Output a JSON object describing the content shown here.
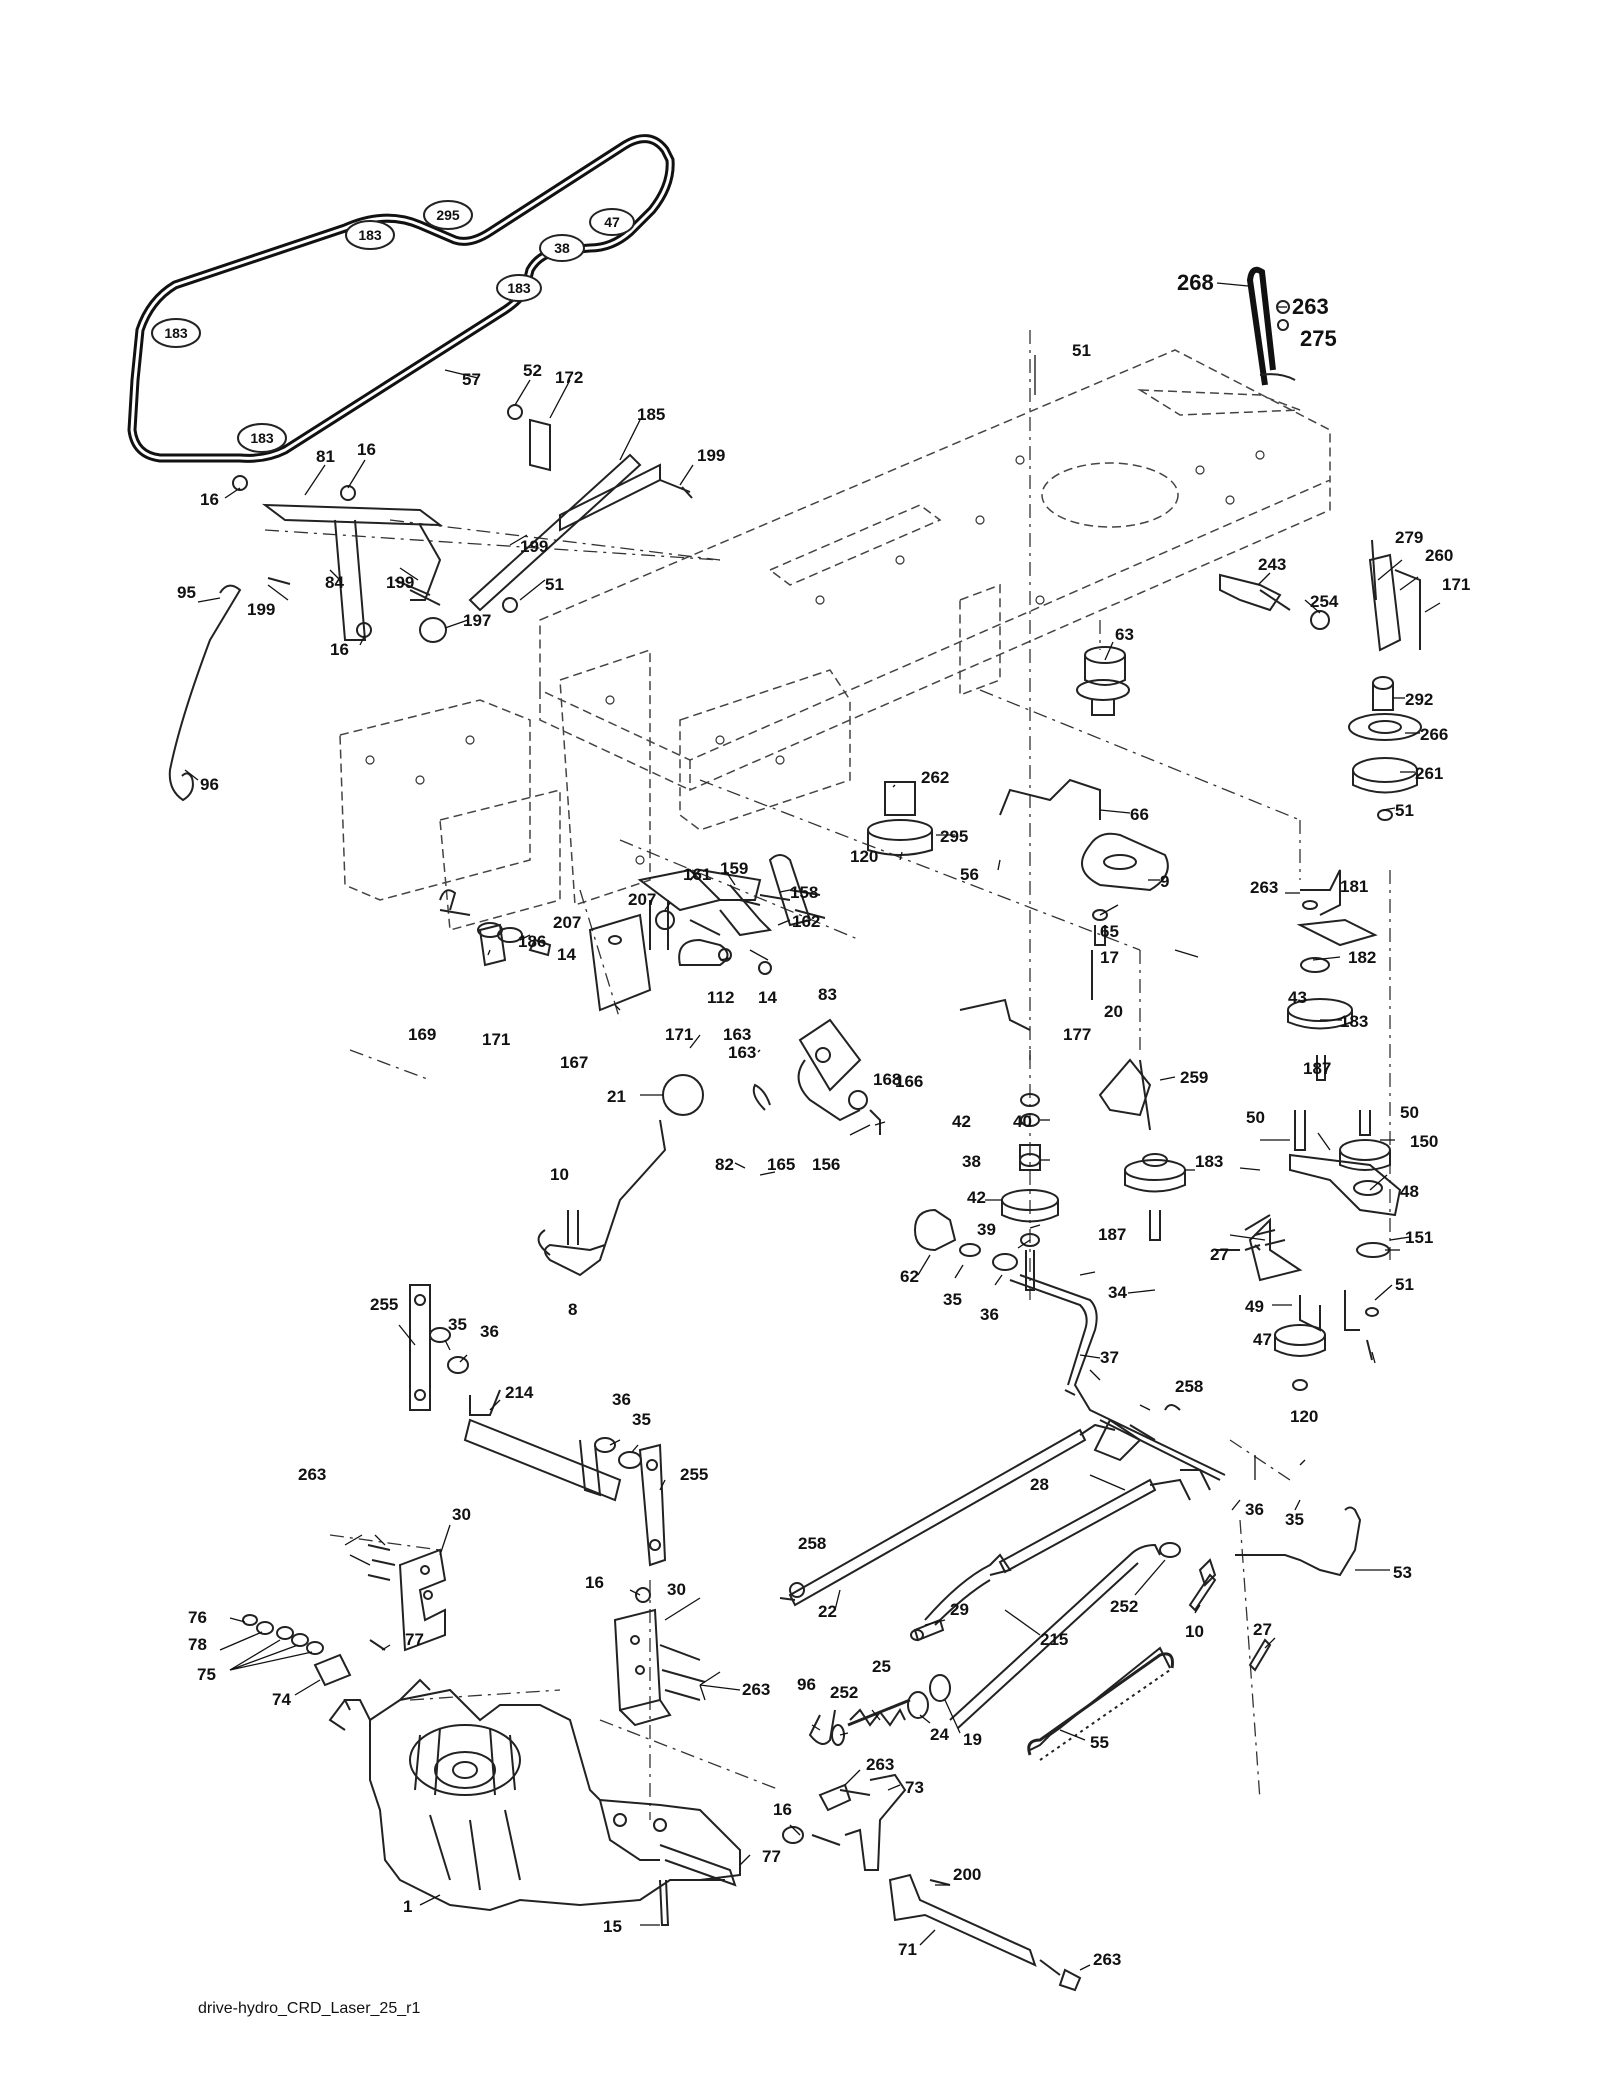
{
  "caption": "drive-hydro_CRD_Laser_25_r1",
  "belt_tags": [
    "295",
    "47",
    "183",
    "38",
    "183",
    "183",
    "183"
  ],
  "callouts": [
    {
      "id": "c268",
      "text": "268"
    },
    {
      "id": "c263a",
      "text": "263"
    },
    {
      "id": "c275",
      "text": "275"
    },
    {
      "id": "c51a",
      "text": "51"
    },
    {
      "id": "c57",
      "text": "57"
    },
    {
      "id": "c52",
      "text": "52"
    },
    {
      "id": "c172",
      "text": "172"
    },
    {
      "id": "c185",
      "text": "185"
    },
    {
      "id": "c199a",
      "text": "199"
    },
    {
      "id": "c16a",
      "text": "16"
    },
    {
      "id": "c81",
      "text": "81"
    },
    {
      "id": "c16b",
      "text": "16"
    },
    {
      "id": "c199b",
      "text": "199"
    },
    {
      "id": "c51b",
      "text": "51"
    },
    {
      "id": "c95",
      "text": "95"
    },
    {
      "id": "c84",
      "text": "84"
    },
    {
      "id": "c199c",
      "text": "199"
    },
    {
      "id": "c199d",
      "text": "199"
    },
    {
      "id": "c197",
      "text": "197"
    },
    {
      "id": "c16c",
      "text": "16"
    },
    {
      "id": "c96a",
      "text": "96"
    },
    {
      "id": "c279",
      "text": "279"
    },
    {
      "id": "c260",
      "text": "260"
    },
    {
      "id": "c171a",
      "text": "171"
    },
    {
      "id": "c243",
      "text": "243"
    },
    {
      "id": "c254",
      "text": "254"
    },
    {
      "id": "c63",
      "text": "63"
    },
    {
      "id": "c292",
      "text": "292"
    },
    {
      "id": "c266",
      "text": "266"
    },
    {
      "id": "c261",
      "text": "261"
    },
    {
      "id": "c51c",
      "text": "51"
    },
    {
      "id": "c262",
      "text": "262"
    },
    {
      "id": "c66",
      "text": "66"
    },
    {
      "id": "c120a",
      "text": "120"
    },
    {
      "id": "c295",
      "text": "295"
    },
    {
      "id": "c56",
      "text": "56"
    },
    {
      "id": "c9",
      "text": "9"
    },
    {
      "id": "c263b",
      "text": "263"
    },
    {
      "id": "c181",
      "text": "181"
    },
    {
      "id": "c161",
      "text": "161"
    },
    {
      "id": "c159",
      "text": "159"
    },
    {
      "id": "c158",
      "text": "158"
    },
    {
      "id": "c207a",
      "text": "207"
    },
    {
      "id": "c162",
      "text": "162"
    },
    {
      "id": "c65",
      "text": "65"
    },
    {
      "id": "c17",
      "text": "17"
    },
    {
      "id": "c182",
      "text": "182"
    },
    {
      "id": "c207b",
      "text": "207"
    },
    {
      "id": "c186",
      "text": "186"
    },
    {
      "id": "c14a",
      "text": "14"
    },
    {
      "id": "c43",
      "text": "43"
    },
    {
      "id": "c20",
      "text": "20"
    },
    {
      "id": "c183a",
      "text": "183"
    },
    {
      "id": "c112",
      "text": "112"
    },
    {
      "id": "c14b",
      "text": "14"
    },
    {
      "id": "c83",
      "text": "83"
    },
    {
      "id": "c169",
      "text": "169"
    },
    {
      "id": "c171b",
      "text": "171"
    },
    {
      "id": "c163a",
      "text": "163"
    },
    {
      "id": "c167",
      "text": "167"
    },
    {
      "id": "c171c",
      "text": "171"
    },
    {
      "id": "c163b",
      "text": "163"
    },
    {
      "id": "c177",
      "text": "177"
    },
    {
      "id": "c187a",
      "text": "187"
    },
    {
      "id": "c168",
      "text": "168"
    },
    {
      "id": "c166",
      "text": "166"
    },
    {
      "id": "c42a",
      "text": "42"
    },
    {
      "id": "c259",
      "text": "259"
    },
    {
      "id": "c21",
      "text": "21"
    },
    {
      "id": "c50a",
      "text": "50"
    },
    {
      "id": "c50b",
      "text": "50"
    },
    {
      "id": "c40",
      "text": "40"
    },
    {
      "id": "c150",
      "text": "150"
    },
    {
      "id": "c82",
      "text": "82"
    },
    {
      "id": "c165",
      "text": "165"
    },
    {
      "id": "c156",
      "text": "156"
    },
    {
      "id": "c38",
      "text": "38"
    },
    {
      "id": "c183b",
      "text": "183"
    },
    {
      "id": "c10a",
      "text": "10"
    },
    {
      "id": "c48",
      "text": "48"
    },
    {
      "id": "c42b",
      "text": "42"
    },
    {
      "id": "c39",
      "text": "39"
    },
    {
      "id": "c187b",
      "text": "187"
    },
    {
      "id": "c27a",
      "text": "27"
    },
    {
      "id": "c151",
      "text": "151"
    },
    {
      "id": "c62",
      "text": "62"
    },
    {
      "id": "c8",
      "text": "8"
    },
    {
      "id": "c35a",
      "text": "35"
    },
    {
      "id": "c36a",
      "text": "36"
    },
    {
      "id": "c34",
      "text": "34"
    },
    {
      "id": "c49",
      "text": "49"
    },
    {
      "id": "c51d",
      "text": "51"
    },
    {
      "id": "c255a",
      "text": "255"
    },
    {
      "id": "c35b",
      "text": "35"
    },
    {
      "id": "c36b",
      "text": "36"
    },
    {
      "id": "c47",
      "text": "47"
    },
    {
      "id": "c37",
      "text": "37"
    },
    {
      "id": "c214",
      "text": "214"
    },
    {
      "id": "c258a",
      "text": "258"
    },
    {
      "id": "c36c",
      "text": "36"
    },
    {
      "id": "c35c",
      "text": "35"
    },
    {
      "id": "c120b",
      "text": "120"
    },
    {
      "id": "c255b",
      "text": "255"
    },
    {
      "id": "c263c",
      "text": "263"
    },
    {
      "id": "c28",
      "text": "28"
    },
    {
      "id": "c36d",
      "text": "36"
    },
    {
      "id": "c35d",
      "text": "35"
    },
    {
      "id": "c30a",
      "text": "30"
    },
    {
      "id": "c53",
      "text": "53"
    },
    {
      "id": "c258b",
      "text": "258"
    },
    {
      "id": "c16d",
      "text": "16"
    },
    {
      "id": "c30b",
      "text": "30"
    },
    {
      "id": "c22",
      "text": "22"
    },
    {
      "id": "c29",
      "text": "29"
    },
    {
      "id": "c252a",
      "text": "252"
    },
    {
      "id": "c10b",
      "text": "10"
    },
    {
      "id": "c27b",
      "text": "27"
    },
    {
      "id": "c76",
      "text": "76"
    },
    {
      "id": "c77a",
      "text": "77"
    },
    {
      "id": "c215",
      "text": "215"
    },
    {
      "id": "c78",
      "text": "78"
    },
    {
      "id": "c75",
      "text": "75"
    },
    {
      "id": "c74",
      "text": "74"
    },
    {
      "id": "c263d",
      "text": "263"
    },
    {
      "id": "c25",
      "text": "25"
    },
    {
      "id": "c96b",
      "text": "96"
    },
    {
      "id": "c252b",
      "text": "252"
    },
    {
      "id": "c24",
      "text": "24"
    },
    {
      "id": "c19",
      "text": "19"
    },
    {
      "id": "c55",
      "text": "55"
    },
    {
      "id": "c263e",
      "text": "263"
    },
    {
      "id": "c73",
      "text": "73"
    },
    {
      "id": "c16e",
      "text": "16"
    },
    {
      "id": "c77b",
      "text": "77"
    },
    {
      "id": "c200",
      "text": "200"
    },
    {
      "id": "c1",
      "text": "1"
    },
    {
      "id": "c15",
      "text": "15"
    },
    {
      "id": "c71",
      "text": "71"
    },
    {
      "id": "c263f",
      "text": "263"
    }
  ]
}
